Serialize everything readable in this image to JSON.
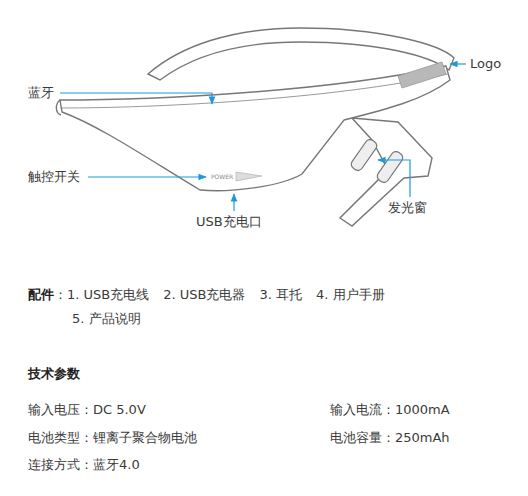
{
  "diagram": {
    "labels": [
      "Logo",
      "蓝牙",
      "触控开关",
      "POWER",
      "发光窗",
      "USB充电口",
      "配件",
      "：1. USB充电线",
      "2. USB充电器",
      "3. 耳托",
      "4. 用户手册",
      "5. 产品说明",
      "技术参数",
      "输入电压：DC 5.0V",
      "输入电流：1000mA",
      "电池类型：锂离子聚合物电池",
      "电池容量：250mAh",
      "连接方式：蓝牙4.0"
    ]
  }
}
